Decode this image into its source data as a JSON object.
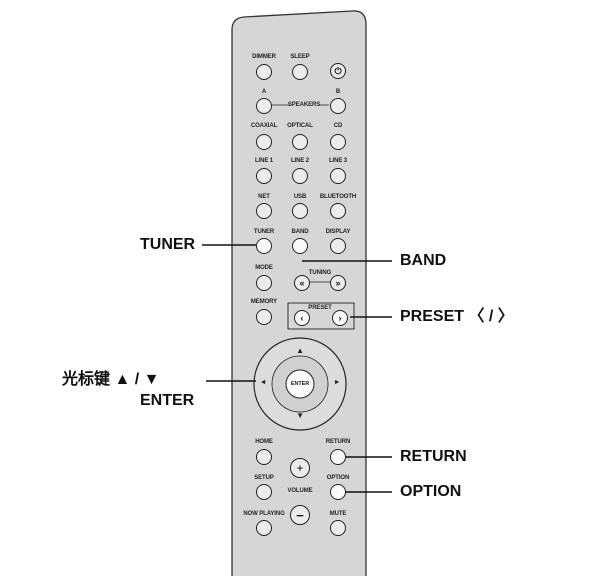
{
  "row1": {
    "dimmer": "DIMMER",
    "sleep": "SLEEP",
    "power_icon": "power-icon",
    "power_glyph": "⏻"
  },
  "speakers": {
    "a": "A",
    "b": "B",
    "label": "SPEAKERS"
  },
  "inputs_row1": {
    "coaxial": "COAXIAL",
    "optical": "OPTICAL",
    "cd": "CD"
  },
  "inputs_row2": {
    "line1": "LINE 1",
    "line2": "LINE 2",
    "line3": "LINE 3"
  },
  "inputs_row3": {
    "net": "NET",
    "usb": "USB",
    "bluetooth": "BLUETOOTH"
  },
  "tuner_row": {
    "tuner": "TUNER",
    "band": "BAND",
    "display": "DISPLAY"
  },
  "mode_row": {
    "mode": "MODE",
    "tuning": "TUNING",
    "tuning_left": "«",
    "tuning_right": "»"
  },
  "memory_row": {
    "memory": "MEMORY",
    "preset": "PRESET",
    "preset_left": "‹",
    "preset_right": "›"
  },
  "dpad": {
    "enter": "ENTER",
    "up": "▲",
    "down": "▼",
    "left": "◄",
    "right": "►"
  },
  "bottom": {
    "home": "HOME",
    "return": "RETURN",
    "setup": "SETUP",
    "option": "OPTION",
    "volume": "VOLUME",
    "plus": "+",
    "minus": "−",
    "now_playing": "NOW PLAYING",
    "mute": "MUTE"
  },
  "callouts": {
    "tuner": "TUNER",
    "band": "BAND",
    "preset": "PRESET 〈 / 〉",
    "cursor_keys": "光标键 ▲ / ▼",
    "enter": "ENTER",
    "return": "RETURN",
    "option": "OPTION"
  }
}
